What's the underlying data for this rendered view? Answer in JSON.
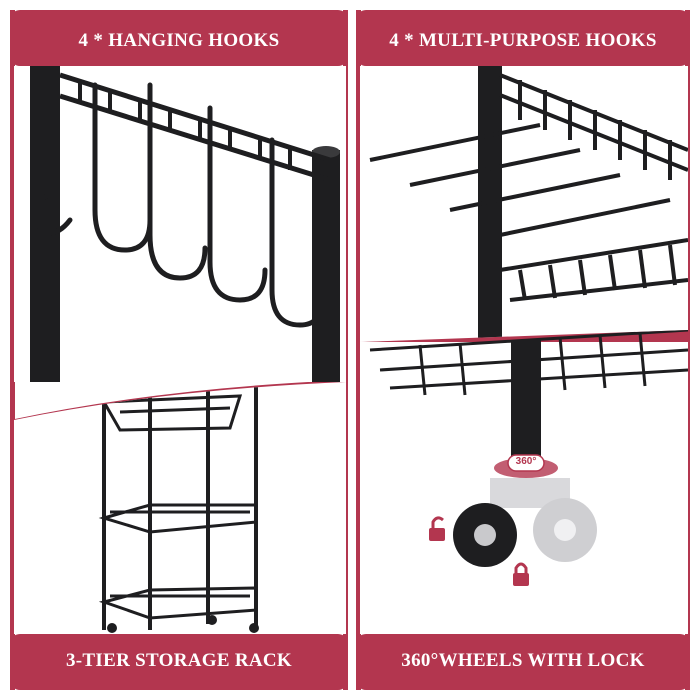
{
  "colors": {
    "accent": "#b3364f",
    "metal": "#1e1e20",
    "background": "#ffffff"
  },
  "panels": [
    {
      "label": "4 * HANGING HOOKS"
    },
    {
      "label": "4 * MULTI-PURPOSE HOOKS"
    },
    {
      "label": "3-TIER STORAGE RACK"
    },
    {
      "label": "360°WHEELS WITH LOCK"
    }
  ],
  "wheel_badge": {
    "text": "360°"
  },
  "icons": [
    "unlock-icon",
    "lock-icon"
  ]
}
